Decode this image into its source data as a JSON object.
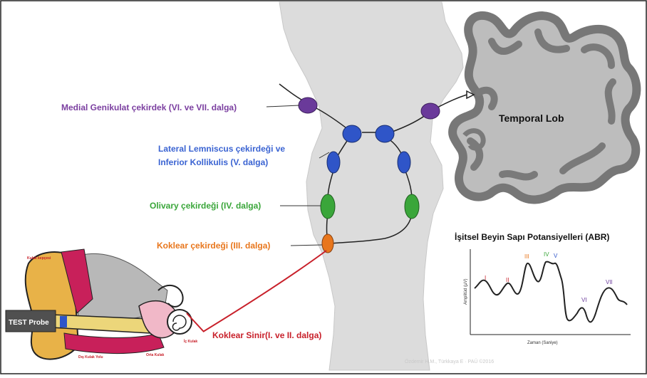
{
  "labels": {
    "medial": "Medial Genikulat çekirdek (VI. ve VII. dalga)",
    "lateral_1": "Lateral Lemniscus çekirdeği ve",
    "lateral_2": "Inferior Kollikulis (V. dalga)",
    "olivary": "Olivary çekirdeği (IV. dalga)",
    "koklear_nucleus": "Koklear çekirdeği (III. dalga)",
    "koklear_sinir": "Koklear Sinir(I. ve II. dalga)",
    "temporal": "Temporal Lob"
  },
  "ear": {
    "test_probe": "TEST Probe",
    "kulak_kepcesi": "Kulak kepçesi",
    "dis_kulak_yolu": "Dış Kulak Yolu",
    "orta_kulak": "Orta Kulak",
    "ic_kulak": "İç Kulak"
  },
  "abr": {
    "title": "İşitsel Beyin Sapı Potansiyelleri (ABR)",
    "xlabel": "Zaman (Saniye)",
    "ylabel": "Amplitüd (µV)",
    "peaks": [
      "I",
      "II",
      "III",
      "IV",
      "V",
      "VI",
      "VII"
    ]
  },
  "credit": "Özdemir H.M., Türkkaya E · PAÜ ©2016",
  "colors": {
    "purple": "#7b3fa0",
    "blue": "#2f55c8",
    "green": "#3aa63a",
    "orange": "#e8761c",
    "red": "#c8202a",
    "brain_gray": "#d9d9d9",
    "cortex_dark": "#7a7a7a"
  }
}
